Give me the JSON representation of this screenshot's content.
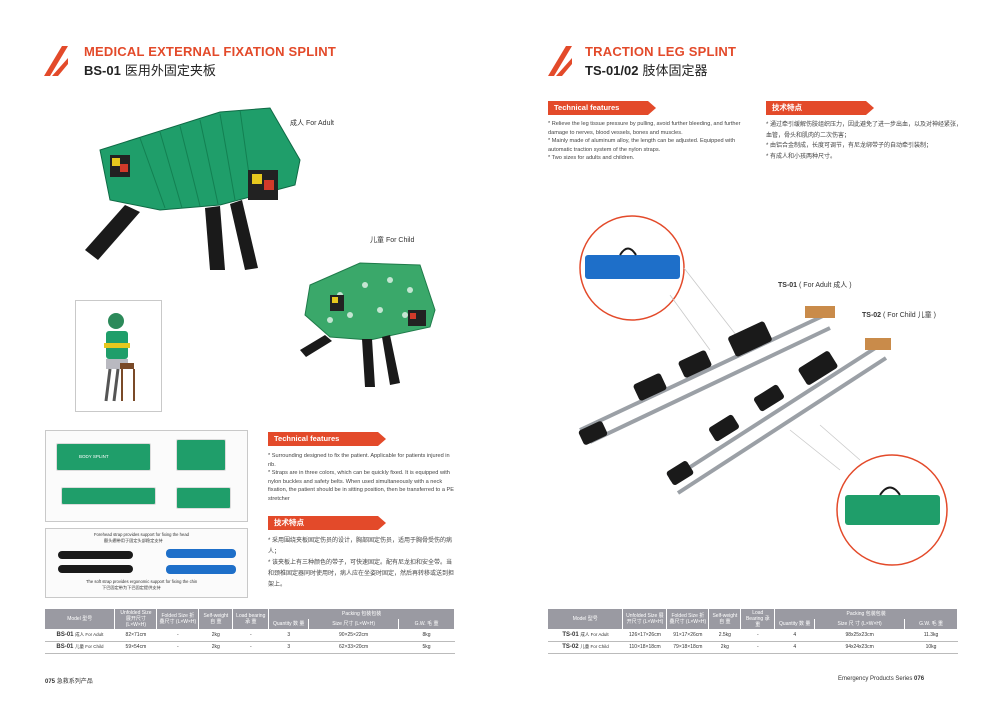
{
  "left": {
    "header": {
      "title": "MEDICAL  EXTERNAL FIXATION SPLINT",
      "model": "BS-01",
      "subtitle_cn": "医用外固定夹板"
    },
    "captions": {
      "adult": "成人 For Adult",
      "child": "儿童 For Child"
    },
    "bag_label": "BODY SPLINT",
    "strap_captions": {
      "top": "Forehead strap provides support for fixing the head",
      "top_cn": "额头绷带用于固定头部稳定支持",
      "bottom": "The soft strap provides ergonomic support for fixing the chin",
      "bottom_cn": "下巴固定带为下巴固定提供支持"
    },
    "features": {
      "title": "Technical features",
      "items": [
        "Surrounding designed to fix the patient. Applicable for patients injured in rib.",
        "Straps are in three colors, which can be quickly fixed. It is equipped with nylon buckles and safety belts. When used simultaneously with a neck fixation, the patient should be in sitting position, then be transferred to a PE stretcher"
      ]
    },
    "features_cn": {
      "title": "技术特点",
      "items": [
        "采用围绕夹板固定伤员的设计，胸部固定伤员，适用于胸骨受伤的病人；",
        "该夹板上有三种颜色的带子，可快速固定。配有尼龙扣和安全带。当和颈椎固定器同时使用时，病人应在坐姿时固定，然后再转移或送到担架上。"
      ]
    },
    "table": {
      "headers": {
        "model": "Model 型号",
        "unfolded": "Unfolded Size 展开尺寸 (L×W×H)",
        "folded": "Folded Size 折叠尺寸 (L×W×H)",
        "weight": "Self-weight 自 重",
        "load": "Load bearing 承 重",
        "packing": "Packing 包装包装",
        "quantity": "Quantity 数 量",
        "size": "Size 尺寸 (L×W×H)",
        "gw": "G.W. 毛 重"
      },
      "rows": [
        {
          "model": "BS-01",
          "type": "成人 For Adult",
          "unfolded": "82×71cm",
          "folded": "-",
          "weight": "2kg",
          "load": "-",
          "qty": "3",
          "size": "90×25×22cm",
          "gw": "8kg"
        },
        {
          "model": "BS-01",
          "type": "儿童 For Child",
          "unfolded": "59×54cm",
          "folded": "-",
          "weight": "2kg",
          "load": "-",
          "qty": "3",
          "size": "62×33×20cm",
          "gw": "5kg"
        }
      ]
    },
    "footer": {
      "page": "075",
      "text": "急救系列产品"
    }
  },
  "right": {
    "header": {
      "title": "TRACTION LEG SPLINT",
      "model": "TS-01/02",
      "subtitle_cn": "肢体固定器"
    },
    "features": {
      "title": "Technical features",
      "items": [
        "Relieve the leg tissue pressure by pulling, avoid further bleeding, and further damage to nerves, blood vessels, bones and muscles.",
        "Mainly made of aluminum alloy, the length can be adjusted. Equipped with automatic traction system of the nylon straps.",
        "Two sizes for adults and children."
      ]
    },
    "features_cn": {
      "title": "技术特点",
      "items": [
        "通过牵引缓解伤肢组织压力，因此避免了进一步出血，以及对神经紧张，血管，骨头和肌肉的二次伤害；",
        "由铝合金制成，长度可调节，有尼龙绑带子的自动牵引装制；",
        "有成人和小孩两种尺寸。"
      ]
    },
    "labels": {
      "ts01": "TS-01",
      "ts01_tail": "( For Adult 成人 )",
      "ts02": "TS-02",
      "ts02_tail": "( For Child 儿童 )"
    },
    "table": {
      "headers": {
        "model": "Model 型号",
        "unfolded": "Unfolded Size 展开尺寸 (L×W×H)",
        "folded": "Folded Size 折叠尺寸 (L×W×H)",
        "weight": "Self-weight 自 重",
        "load": "Load Bearing 承 重",
        "packing": "Packing 包装包装",
        "quantity": "Quantity 数 量",
        "size": "Size 尺 寸 (L×W×H)",
        "gw": "G.W. 毛 重"
      },
      "rows": [
        {
          "model": "TS-01",
          "type": "成人 For Adult",
          "unfolded": "126×17×26cm",
          "folded": "91×17×26cm",
          "weight": "2.5kg",
          "load": "-",
          "qty": "4",
          "size": "98x25x23cm",
          "gw": "11.3kg"
        },
        {
          "model": "TS-02",
          "type": "儿童 For Child",
          "unfolded": "110×18×18cm",
          "folded": "79×18×18cm",
          "weight": "2kg",
          "load": "-",
          "qty": "4",
          "size": "94x24x23cm",
          "gw": "10kg"
        }
      ]
    },
    "footer": {
      "text": "Emergency Products Series",
      "page": "076"
    }
  },
  "colors": {
    "accent": "#e34a2a",
    "splint_green": "#1f9e6a",
    "strap_black": "#1a1a1a",
    "bag_blue": "#1e6fc9",
    "table_header": "#9a9aa2"
  }
}
